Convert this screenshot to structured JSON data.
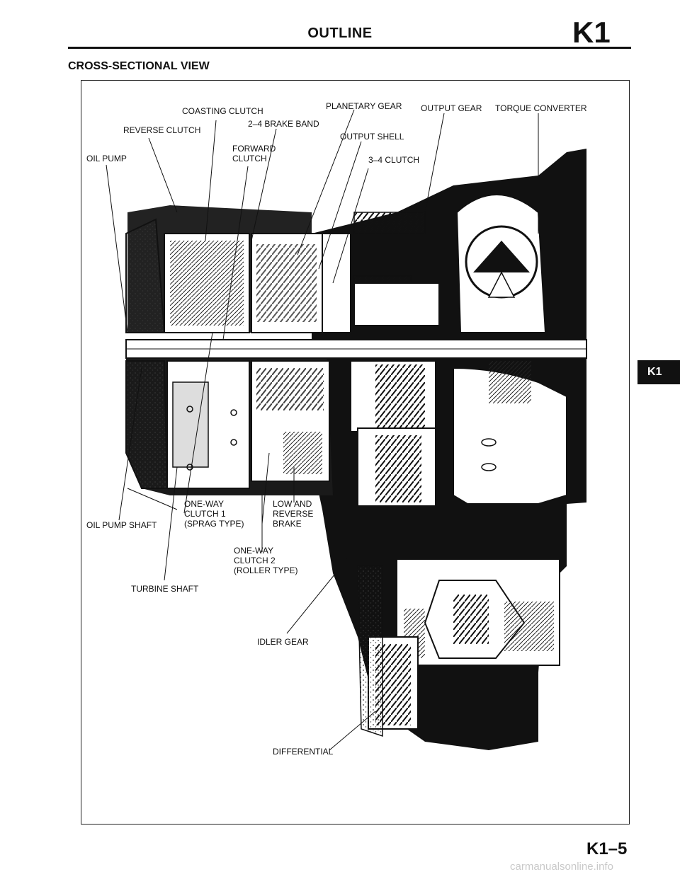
{
  "header": {
    "title": "OUTLINE",
    "code": "K1"
  },
  "section_title": "CROSS-SECTIONAL VIEW",
  "side_tab": "K1",
  "page_number": "K1–5",
  "watermark": "carmanualsonline.info",
  "callouts": {
    "coasting_clutch": "COASTING CLUTCH",
    "brake_band": "2–4 BRAKE BAND",
    "planetary_gear": "PLANETARY GEAR",
    "output_gear": "OUTPUT GEAR",
    "torque_converter": "TORQUE CONVERTER",
    "reverse_clutch": "REVERSE CLUTCH",
    "output_shell": "OUTPUT SHELL",
    "forward_clutch": "FORWARD\nCLUTCH",
    "oil_pump": "OIL PUMP",
    "clutch_3_4": "3–4 CLUTCH",
    "one_way_clutch_1": "ONE-WAY\nCLUTCH 1\n(SPRAG TYPE)",
    "low_reverse_brake": "LOW AND\nREVERSE\nBRAKE",
    "oil_pump_shaft": "OIL PUMP SHAFT",
    "one_way_clutch_2": "ONE-WAY\nCLUTCH 2\n(ROLLER TYPE)",
    "turbine_shaft": "TURBINE SHAFT",
    "idler_gear": "IDLER GEAR",
    "differential": "DIFFERENTIAL"
  }
}
